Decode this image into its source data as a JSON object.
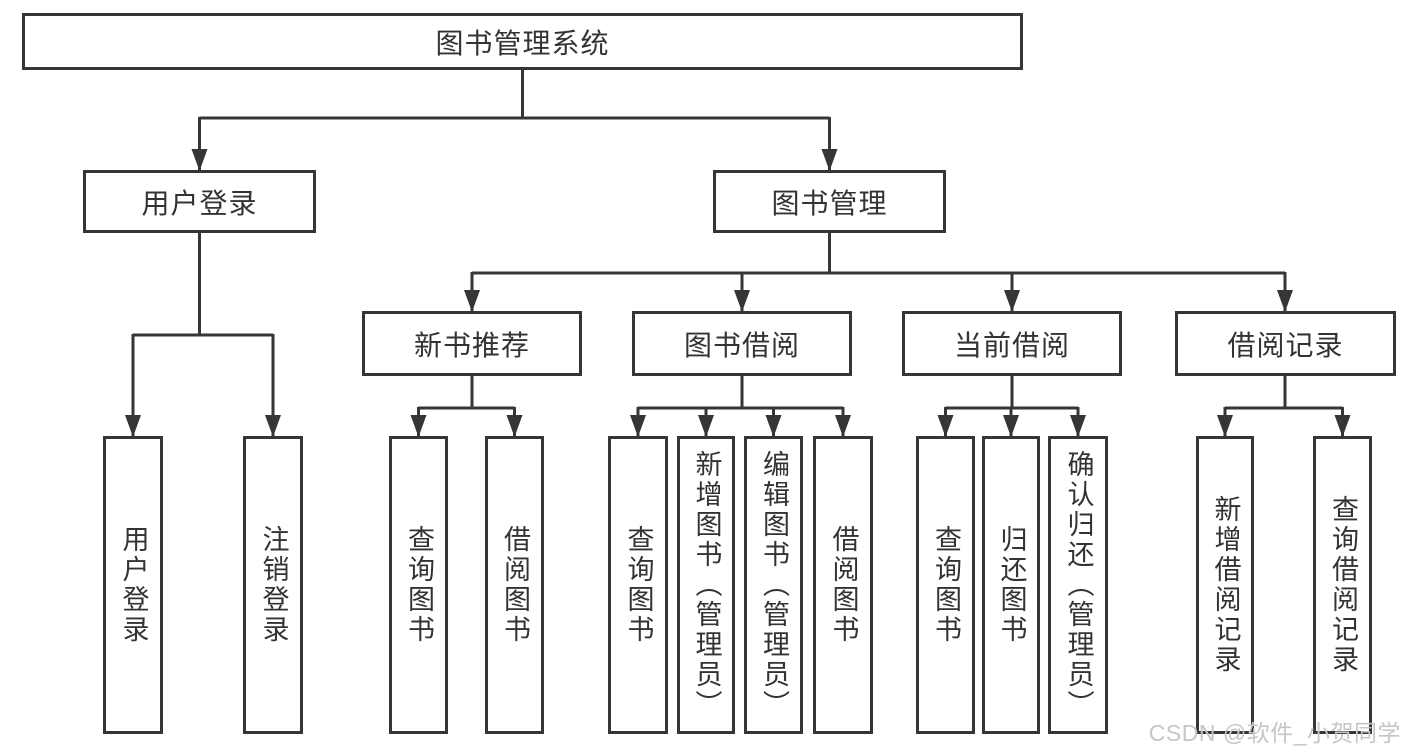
{
  "diagram": {
    "title": "图书管理系统",
    "type": "hierarchy-tree",
    "colors": {
      "line": "#363636",
      "box_border": "#363636",
      "text": "#333333",
      "background": "#ffffff",
      "watermark": "#c6c6ca"
    },
    "nodes": {
      "root": {
        "label": "图书管理系统"
      },
      "branches": [
        {
          "label": "用户登录",
          "children": [
            {
              "label": "用户登录"
            },
            {
              "label": "注销登录"
            }
          ]
        },
        {
          "label": "图书管理",
          "children": [
            {
              "label": "新书推荐",
              "children": [
                {
                  "label": "查询图书"
                },
                {
                  "label": "借阅图书"
                }
              ]
            },
            {
              "label": "图书借阅",
              "children": [
                {
                  "label": "查询图书"
                },
                {
                  "label": "新增图书（管理员）"
                },
                {
                  "label": "编辑图书（管理员）"
                },
                {
                  "label": "借阅图书"
                }
              ]
            },
            {
              "label": "当前借阅",
              "children": [
                {
                  "label": "查询图书"
                },
                {
                  "label": "归还图书"
                },
                {
                  "label": "确认归还（管理员）"
                }
              ]
            },
            {
              "label": "借阅记录",
              "children": [
                {
                  "label": "新增借阅记录"
                },
                {
                  "label": "查询借阅记录"
                }
              ]
            }
          ]
        }
      ]
    },
    "watermark": "CSDN @软件_小贺同学"
  }
}
